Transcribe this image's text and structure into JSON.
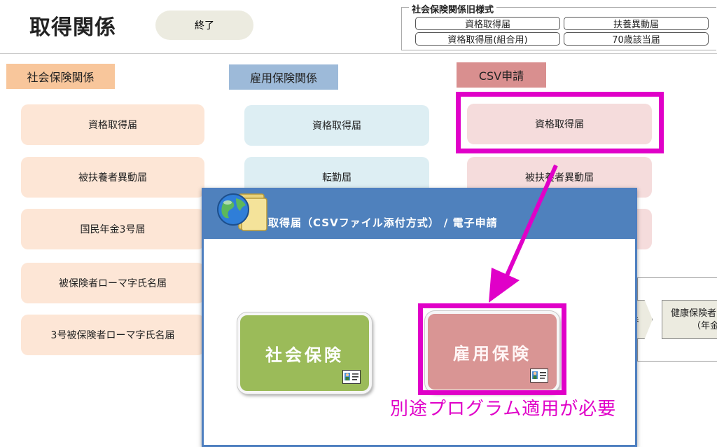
{
  "header": {
    "title": "取得関係",
    "end_label": "終了",
    "old_forms": {
      "title": "社会保険関係旧様式",
      "buttons": [
        "資格取得届",
        "扶養異動届",
        "資格取得届(組合用)",
        "70歳該当届"
      ]
    }
  },
  "columns": {
    "social": {
      "label": "社会保険関係",
      "items": [
        "資格取得届",
        "被扶養者異動届",
        "国民年金3号届",
        "被保険者ローマ字氏名届",
        "3号被保険者ローマ字氏名届"
      ]
    },
    "employment": {
      "label": "雇用保険関係",
      "items": [
        "資格取得届",
        "転勤届"
      ]
    },
    "csv": {
      "label": "CSV申請",
      "items": [
        "資格取得届",
        "被扶養者異動届"
      ]
    }
  },
  "right_panel": {
    "tag_a": "券",
    "tag_b_line1": "健康保険者",
    "tag_b_line2": "（年金"
  },
  "dialog": {
    "title": "取得届（CSVファイル添付方式） / 電子申請",
    "buttons": {
      "social": "社会保険",
      "employment": "雇用保険"
    }
  },
  "annotation": {
    "note": "別途プログラム適用が必要",
    "color": "#e000c8"
  },
  "icons": [
    "globe-folder-icon",
    "id-card-icon"
  ]
}
